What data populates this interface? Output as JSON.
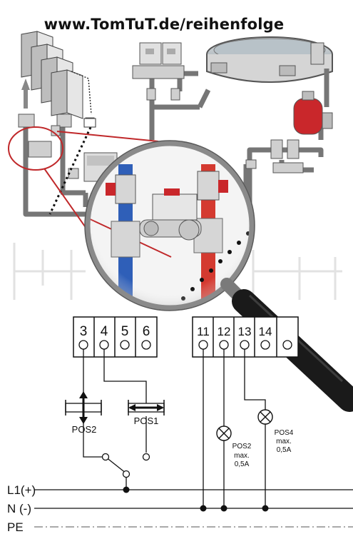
{
  "header": {
    "url": "www.TomTuT.de/reihenfolge"
  },
  "terminals_left": [
    "3",
    "4",
    "5",
    "6"
  ],
  "terminals_right": [
    "11",
    "12",
    "13",
    "14"
  ],
  "valves": {
    "pos2": "POS2",
    "pos1": "POS1"
  },
  "lamps": {
    "pos2": {
      "label": "POS2",
      "max": "max.",
      "current": "0,5A"
    },
    "pos4": {
      "label": "POS4",
      "max": "max.",
      "current": "0,5A"
    }
  },
  "lines": {
    "l1": "L1(+)",
    "n": "N (-)",
    "pe": "PE"
  },
  "colors": {
    "pipe": "#6f6f6f",
    "hot": "#d43a30",
    "cold": "#2f5fb8",
    "red_outline": "#c0282a",
    "lens_frame": "#8a8a8a"
  }
}
